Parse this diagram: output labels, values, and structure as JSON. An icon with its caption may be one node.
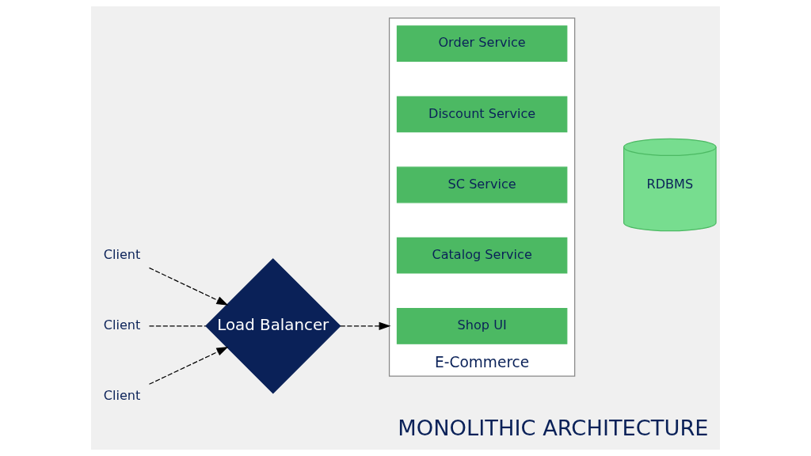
{
  "diagram": {
    "caption": "MONOLITHIC ARCHITECTURE",
    "nodes": [
      {
        "text": [
          "Client"
        ]
      },
      {
        "text": [
          "Client"
        ]
      },
      {
        "text": [
          "Load Balancer"
        ]
      },
      {
        "text": [
          "Client"
        ]
      },
      {
        "text": [
          "E-Commerce"
        ]
      },
      {
        "text": [
          "Shop UI"
        ],
        "in": 4
      },
      {
        "text": [
          "Catalog Service"
        ],
        "in": 4
      },
      {
        "text": [
          "SC Service"
        ],
        "in": 4
      },
      {
        "text": [
          "Discount Service"
        ],
        "in": 4
      },
      {
        "text": [
          "Order Service"
        ],
        "in": 4
      },
      {
        "text": [
          "RDBMS"
        ]
      }
    ],
    "edges": [
      {
        "from": 0,
        "to": 2,
        "arrow": "to",
        "style": "dashed"
      },
      {
        "from": 1,
        "to": 2,
        "arrow": "none",
        "style": "dashed"
      },
      {
        "from": 3,
        "to": 2,
        "arrow": "to",
        "style": "dashed"
      },
      {
        "from": 2,
        "to": 4,
        "arrow": "to",
        "style": "dashed"
      }
    ]
  }
}
